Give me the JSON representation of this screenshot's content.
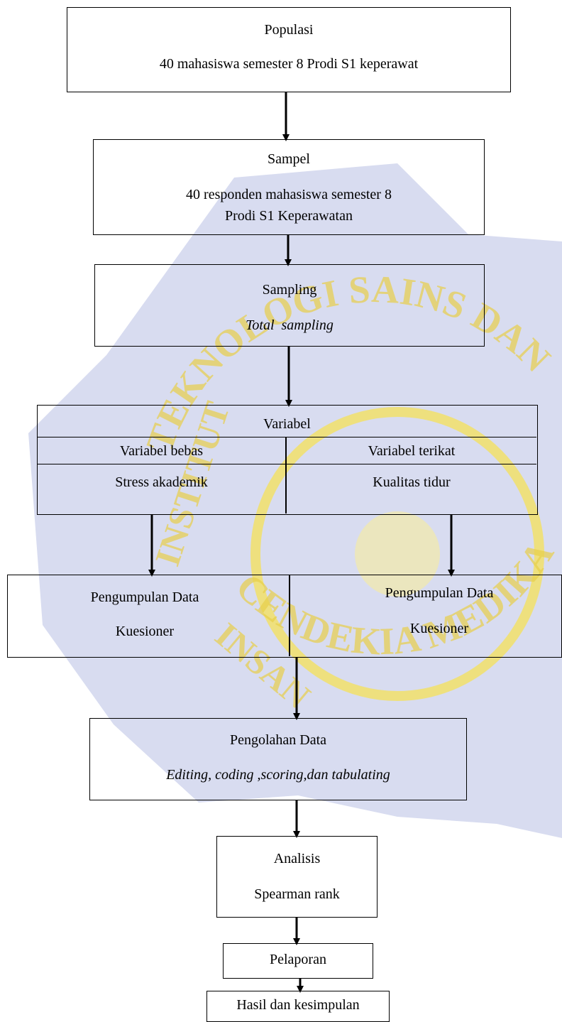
{
  "watermark": {
    "arc_top": "TEKNOLOGI SAINS DAN",
    "left_side": "INSTITUT",
    "bottom_left": "INSAN",
    "bottom": "CENDEKIA MEDIKA JO",
    "colors": {
      "fill": "#d8dcf0",
      "ring": "#f2e06a",
      "text": "#e8cf4a"
    }
  },
  "flow": {
    "populasi": {
      "title": "Populasi",
      "desc": "40 mahasiswa semester 8 Prodi S1 keperawat"
    },
    "sampel": {
      "title": "Sampel",
      "desc_line1": "40 responden mahasiswa semester 8",
      "desc_line2": "Prodi S1 Keperawatan"
    },
    "sampling": {
      "title": "Sampling",
      "desc": "Total  sampling"
    },
    "variabel": {
      "title": "Variabel",
      "bebas_label": "Variabel bebas",
      "terikat_label": "Variabel terikat",
      "bebas_value": "Stress akademik",
      "terikat_value": "Kualitas tidur"
    },
    "pengumpulan": {
      "left_title": "Pengumpulan Data",
      "left_method": "Kuesioner",
      "right_title": "Pengumpulan Data",
      "right_method": "Kuesioner"
    },
    "pengolahan": {
      "title": "Pengolahan Data",
      "desc": "Editing, coding ,scoring,dan tabulating"
    },
    "analisis": {
      "title": "Analisis",
      "desc": "Spearman rank"
    },
    "pelaporan": {
      "title": "Pelaporan"
    },
    "hasil": {
      "title": "Hasil dan kesimpulan"
    }
  }
}
